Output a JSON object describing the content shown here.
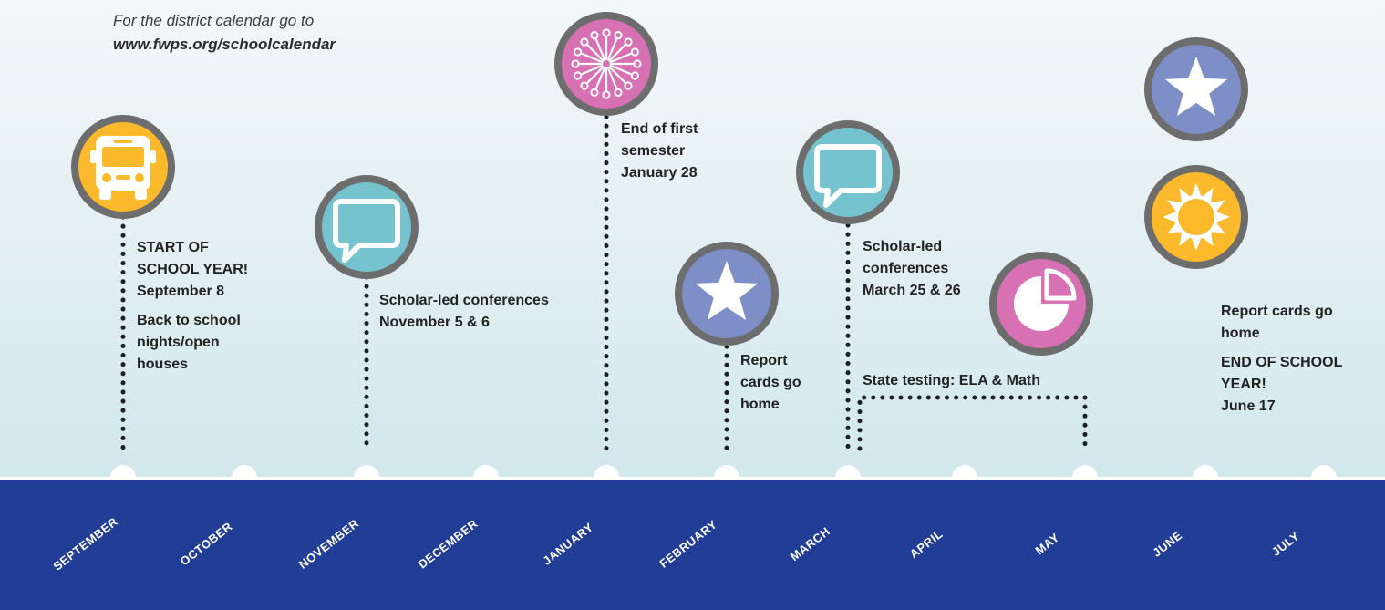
{
  "header": {
    "note_line1": "For the district calendar go to",
    "note_url": "www.fwps.org/schoolcalendar"
  },
  "colors": {
    "band": "#213d96",
    "ring": "#6d6d6d",
    "yellow": "#fbb92b",
    "teal": "#74c3cf",
    "pink": "#d771b4",
    "periwinkle": "#7d8fc6"
  },
  "months": [
    "SEPTEMBER",
    "OCTOBER",
    "NOVEMBER",
    "DECEMBER",
    "JANUARY",
    "FEBRUARY",
    "MARCH",
    "APRIL",
    "MAY",
    "JUNE",
    "JULY"
  ],
  "events": {
    "september": {
      "icon": "school-bus-icon",
      "lines": [
        "START OF SCHOOL YEAR!",
        "September 8"
      ],
      "extra": "Back to school nights/open houses"
    },
    "november": {
      "icon": "speech-bubble-icon",
      "lines": [
        "Scholar-led conferences",
        "November 5 & 6"
      ]
    },
    "january": {
      "icon": "snowflake-icon",
      "lines": [
        "End of first semester",
        "January 28"
      ]
    },
    "february": {
      "icon": "star-icon",
      "lines": [
        "Report cards go home"
      ]
    },
    "march": {
      "icon": "speech-bubble-icon",
      "lines": [
        "Scholar-led conferences",
        "March 25 & 26"
      ]
    },
    "testing": {
      "icon": "pie-chart-icon",
      "label": "State testing: ELA & Math"
    },
    "june": {
      "icons": [
        "star-icon",
        "sun-icon"
      ],
      "lines": [
        "Report cards go home"
      ],
      "extra": "END OF SCHOOL YEAR!",
      "date": "June 17"
    }
  }
}
